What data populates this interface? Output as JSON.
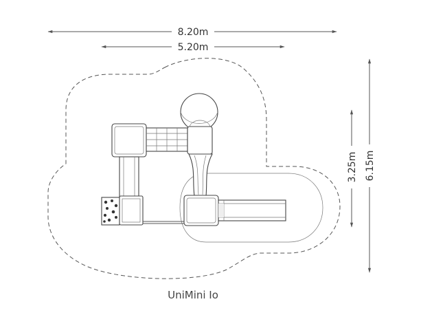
{
  "dimensions": {
    "overall_width": "8.20m",
    "inner_width": "5.20m",
    "overall_depth": "6.15m",
    "inner_depth": "3.25m"
  },
  "product_name": "UniMini Io"
}
